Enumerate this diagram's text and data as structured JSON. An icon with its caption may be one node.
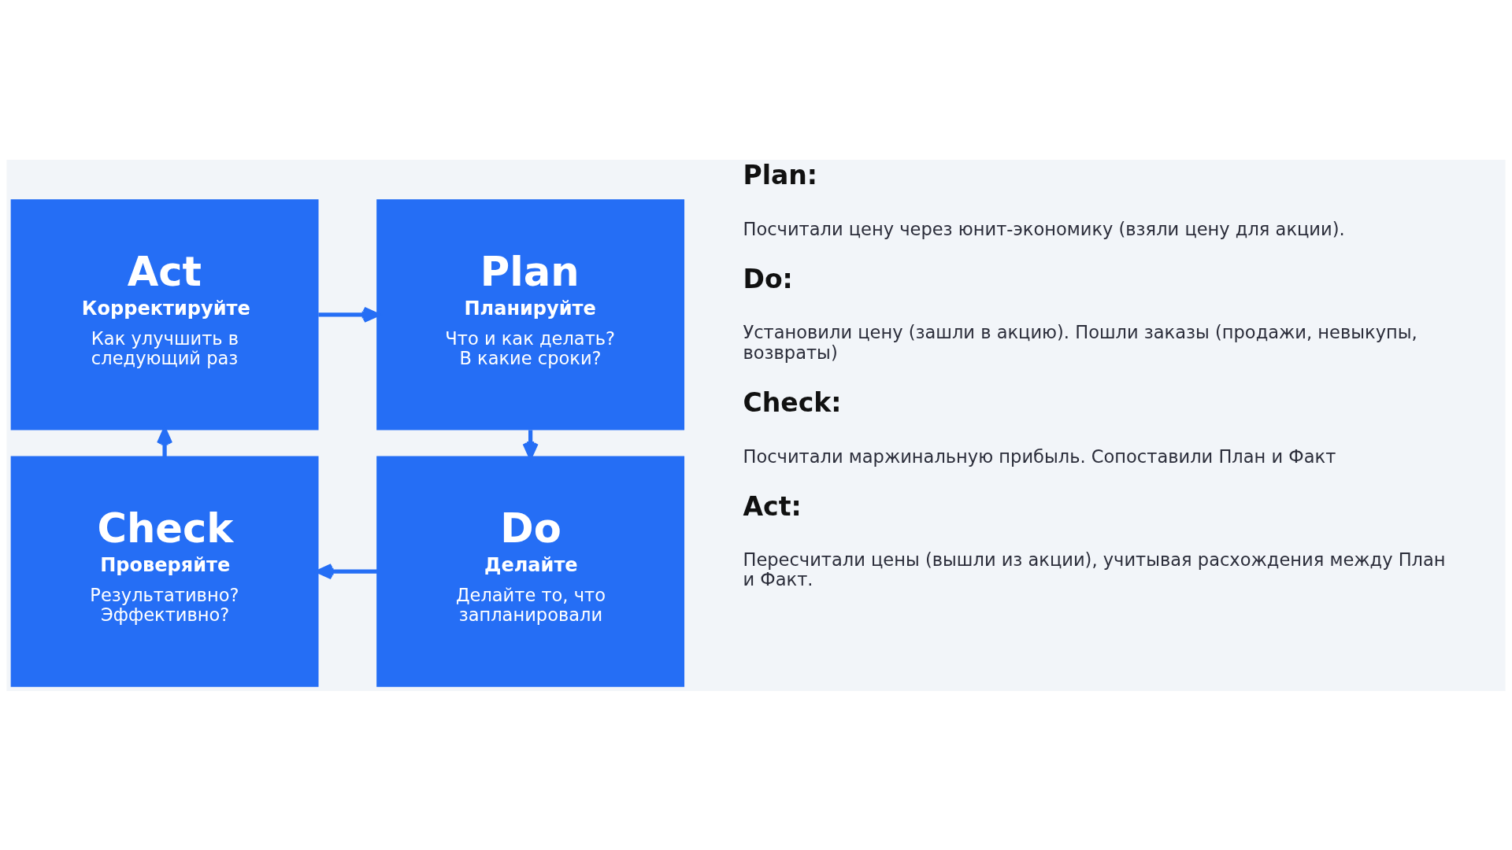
{
  "diagram": {
    "nodes": [
      {
        "text": [
          "Act",
          "Корректируйте",
          "Как улучшить в следующий раз"
        ]
      },
      {
        "text": [
          "Plan",
          "Планируйте",
          "Что и как делать? В какие сроки?"
        ]
      },
      {
        "text": [
          "Check",
          "Проверяйте",
          "Результативно? Эффективно?"
        ]
      },
      {
        "text": [
          "Do",
          "Делайте",
          "Делайте то, что запланировали"
        ]
      }
    ],
    "edges": [
      {
        "from": 0,
        "to": 1,
        "arrow": "to"
      },
      {
        "from": 1,
        "to": 3,
        "arrow": "to"
      },
      {
        "from": 3,
        "to": 2,
        "arrow": "to"
      },
      {
        "from": 2,
        "to": 0,
        "arrow": "to"
      }
    ],
    "labels": [
      "Plan:",
      "Посчитали цену через юнит-экономику (взяли цену для акции).",
      "Do:",
      "Установили цену (зашли в акцию). Пошли заказы (продажи, невыкупы, возвраты)",
      "Check:",
      "Посчитали маржинальную прибыль. Сопоставили План и Факт",
      "Act:",
      "Пересчитали цены (вышли из акции), учитывая расхождения между План и Факт."
    ]
  }
}
